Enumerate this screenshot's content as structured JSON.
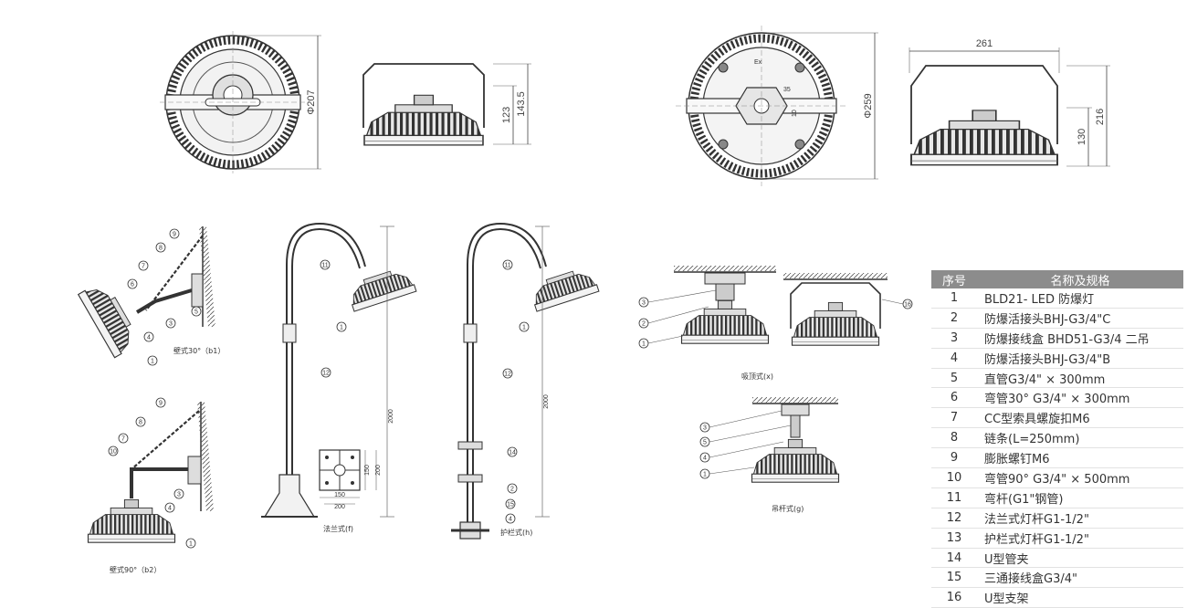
{
  "dimensions": {
    "d207": "Φ207",
    "h123": "123",
    "h143_5": "143.5",
    "w261": "261",
    "d259": "Φ259",
    "h130": "130",
    "h216": "216",
    "d35": "35",
    "d10": "10",
    "ex": "Ex",
    "h2000_f": "2000",
    "h2000_h": "2000",
    "w150": "150",
    "w200": "200",
    "h150": "150",
    "h200": "200"
  },
  "captions": {
    "b1": "壁式30°（b1）",
    "b2": "壁式90°（b2）",
    "f": "法兰式(f)",
    "h": "护栏式(h)",
    "x": "吸顶式(x)",
    "g": "吊杆式(g)"
  },
  "callouts": {
    "n1": "1",
    "n2": "2",
    "n3": "3",
    "n4": "4",
    "n5": "5",
    "n6": "6",
    "n7": "7",
    "n8": "8",
    "n9": "9",
    "n10": "10",
    "n11": "11",
    "n12": "12",
    "n14": "14",
    "n15": "15",
    "n16": "16"
  },
  "table": {
    "header_no": "序号",
    "header_name": "名称及规格",
    "rows": [
      {
        "no": "1",
        "name": "BLD21- LED 防爆灯"
      },
      {
        "no": "2",
        "name": "防爆活接头BHJ-G3/4\"C"
      },
      {
        "no": "3",
        "name": "防爆接线盒 BHD51-G3/4 二吊"
      },
      {
        "no": "4",
        "name": "防爆活接头BHJ-G3/4\"B"
      },
      {
        "no": "5",
        "name": "直管G3/4\" × 300mm"
      },
      {
        "no": "6",
        "name": "弯管30°  G3/4\" × 300mm"
      },
      {
        "no": "7",
        "name": "CC型索具螺旋扣M6"
      },
      {
        "no": "8",
        "name": "链条(L=250mm)"
      },
      {
        "no": "9",
        "name": "膨胀螺钉M6"
      },
      {
        "no": "10",
        "name": "弯管90°  G3/4\" × 500mm"
      },
      {
        "no": "11",
        "name": "弯杆(G1\"钢管)"
      },
      {
        "no": "12",
        "name": "法兰式灯杆G1-1/2\""
      },
      {
        "no": "13",
        "name": "护栏式灯杆G1-1/2\""
      },
      {
        "no": "14",
        "name": "U型管夹"
      },
      {
        "no": "15",
        "name": "三通接线盒G3/4\""
      },
      {
        "no": "16",
        "name": "U型支架"
      }
    ]
  }
}
